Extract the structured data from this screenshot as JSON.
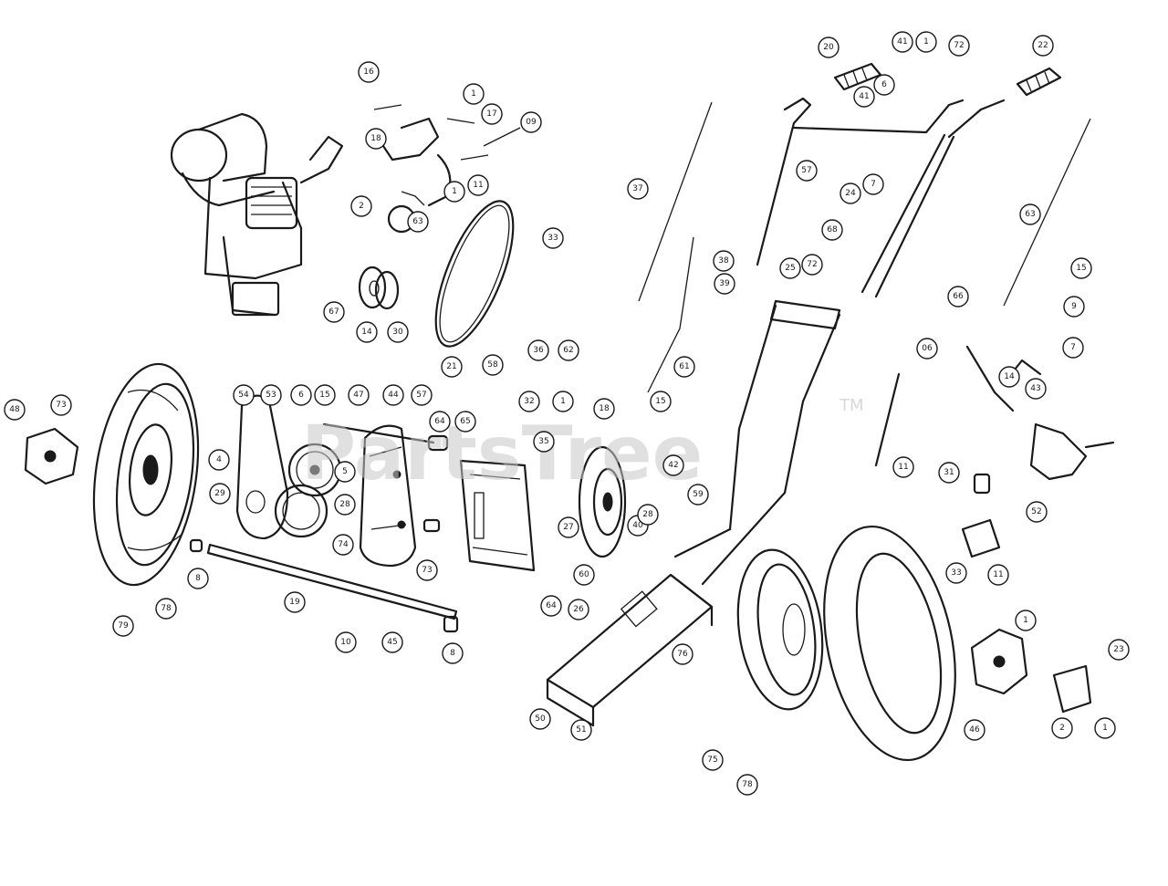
{
  "watermark": {
    "text": "PartsTree",
    "trademark": "TM"
  },
  "callouts": [
    {
      "id": "c1",
      "label": "16"
    },
    {
      "id": "c2",
      "label": "1"
    },
    {
      "id": "c3",
      "label": "17"
    },
    {
      "id": "c4",
      "label": "09"
    },
    {
      "id": "c5",
      "label": "18"
    },
    {
      "id": "c6",
      "label": "1"
    },
    {
      "id": "c7",
      "label": "11"
    },
    {
      "id": "c8",
      "label": "2"
    },
    {
      "id": "c9",
      "label": "63"
    },
    {
      "id": "c10",
      "label": "67"
    },
    {
      "id": "c11",
      "label": "14"
    },
    {
      "id": "c12",
      "label": "30"
    },
    {
      "id": "c13",
      "label": "21"
    },
    {
      "id": "c14",
      "label": "58"
    },
    {
      "id": "c15",
      "label": "20"
    },
    {
      "id": "c16",
      "label": "41"
    },
    {
      "id": "c17",
      "label": "1"
    },
    {
      "id": "c18",
      "label": "72"
    },
    {
      "id": "c19",
      "label": "22"
    },
    {
      "id": "c20",
      "label": "6"
    },
    {
      "id": "c21",
      "label": "41"
    },
    {
      "id": "c22",
      "label": "37"
    },
    {
      "id": "c23",
      "label": "57"
    },
    {
      "id": "c24",
      "label": "7"
    },
    {
      "id": "c25",
      "label": "24"
    },
    {
      "id": "c26",
      "label": "63"
    },
    {
      "id": "c27",
      "label": "33"
    },
    {
      "id": "c28",
      "label": "38"
    },
    {
      "id": "c29",
      "label": "39"
    },
    {
      "id": "c30",
      "label": "36"
    },
    {
      "id": "c31",
      "label": "62"
    },
    {
      "id": "c32",
      "label": "25"
    },
    {
      "id": "c33",
      "label": "72"
    },
    {
      "id": "c34",
      "label": "68"
    },
    {
      "id": "c35",
      "label": "15"
    },
    {
      "id": "c36",
      "label": "9"
    },
    {
      "id": "c37",
      "label": "66"
    },
    {
      "id": "c38",
      "label": "7"
    },
    {
      "id": "c39",
      "label": "14"
    },
    {
      "id": "c40",
      "label": "43"
    },
    {
      "id": "c41",
      "label": "06"
    },
    {
      "id": "c42",
      "label": "11"
    },
    {
      "id": "c43",
      "label": "31"
    },
    {
      "id": "c44",
      "label": "52"
    },
    {
      "id": "c45",
      "label": "33"
    },
    {
      "id": "c46",
      "label": "11"
    },
    {
      "id": "c47",
      "label": "48"
    },
    {
      "id": "c48",
      "label": "73"
    },
    {
      "id": "c49",
      "label": "54"
    },
    {
      "id": "c50",
      "label": "53"
    },
    {
      "id": "c51",
      "label": "6"
    },
    {
      "id": "c52",
      "label": "15"
    },
    {
      "id": "c53",
      "label": "47"
    },
    {
      "id": "c54",
      "label": "44"
    },
    {
      "id": "c55",
      "label": "57"
    },
    {
      "id": "c56",
      "label": "64"
    },
    {
      "id": "c57",
      "label": "65"
    },
    {
      "id": "c58",
      "label": "4"
    },
    {
      "id": "c59",
      "label": "29"
    },
    {
      "id": "c60",
      "label": "5"
    },
    {
      "id": "c61",
      "label": "28"
    },
    {
      "id": "c62",
      "label": "74"
    },
    {
      "id": "c63",
      "label": "8"
    },
    {
      "id": "c64",
      "label": "78"
    },
    {
      "id": "c65",
      "label": "79"
    },
    {
      "id": "c66",
      "label": "19"
    },
    {
      "id": "c67",
      "label": "10"
    },
    {
      "id": "c68",
      "label": "45"
    },
    {
      "id": "c69",
      "label": "8"
    },
    {
      "id": "c70",
      "label": "73"
    },
    {
      "id": "c71",
      "label": "32"
    },
    {
      "id": "c72",
      "label": "1"
    },
    {
      "id": "c73",
      "label": "18"
    },
    {
      "id": "c74",
      "label": "35"
    },
    {
      "id": "c75",
      "label": "60"
    },
    {
      "id": "c76",
      "label": "61"
    },
    {
      "id": "c77",
      "label": "15"
    },
    {
      "id": "c78",
      "label": "27"
    },
    {
      "id": "c79",
      "label": "40"
    },
    {
      "id": "c80",
      "label": "42"
    },
    {
      "id": "c81",
      "label": "59"
    },
    {
      "id": "c82",
      "label": "28"
    },
    {
      "id": "c83",
      "label": "26"
    },
    {
      "id": "c84",
      "label": "64"
    },
    {
      "id": "c85",
      "label": "76"
    },
    {
      "id": "c86",
      "label": "50"
    },
    {
      "id": "c87",
      "label": "51"
    },
    {
      "id": "c88",
      "label": "75"
    },
    {
      "id": "c89",
      "label": "78"
    },
    {
      "id": "c90",
      "label": "1"
    },
    {
      "id": "c91",
      "label": "23"
    },
    {
      "id": "c92",
      "label": "46"
    },
    {
      "id": "c93",
      "label": "2"
    },
    {
      "id": "c94",
      "label": "1"
    }
  ]
}
